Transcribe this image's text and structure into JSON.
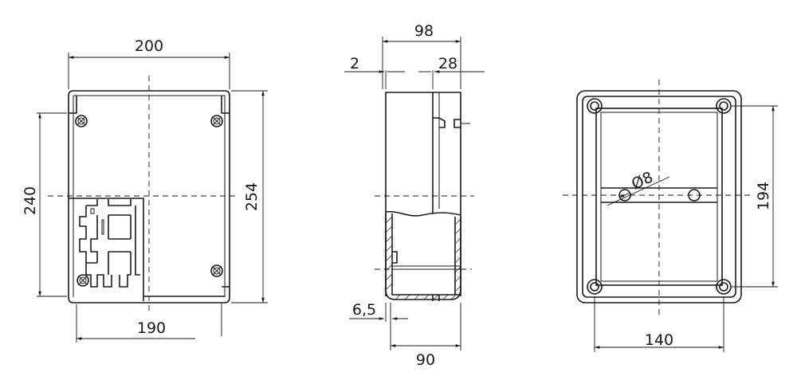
{
  "drawing": {
    "front_view": {
      "width_outer": "200",
      "width_inner": "190",
      "height_outer": "254",
      "height_inner": "240"
    },
    "side_view": {
      "depth_total": "98",
      "lid_thickness": "2",
      "lid_depth": "28",
      "base_depth": "90",
      "wall": "6,5"
    },
    "back_view": {
      "hole_spacing_h": "140",
      "hole_spacing_v": "194",
      "hole_diameter": "Ø8"
    }
  }
}
